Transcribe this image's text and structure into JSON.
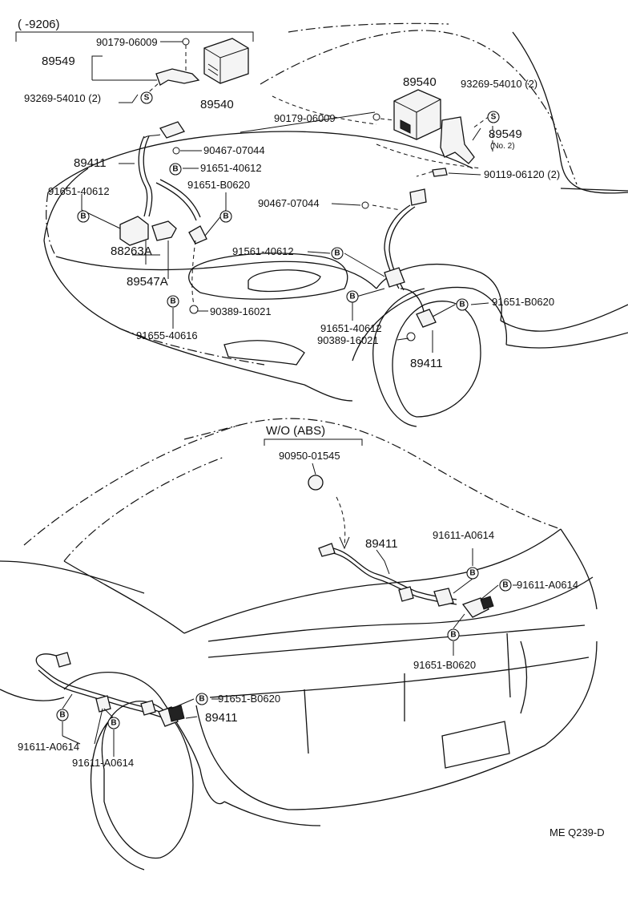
{
  "diagram": {
    "range_label": "(      -9206)",
    "wo_abs_label": "W/O (ABS)",
    "ref_code": "ME Q239-D",
    "symbols": {
      "bolt": "B",
      "screw": "S"
    },
    "callouts": {
      "c_90179_06009_a": "90179-06009",
      "c_89549_a": "89549",
      "c_93269_54010_a": "93269-54010 (2)",
      "c_89540_a": "89540",
      "c_89540_b": "89540",
      "c_93269_54010_b": "93269-54010 (2)",
      "c_90179_06009_b": "90179-06009",
      "c_89549_b": "89549",
      "c_no2": "(No. 2)",
      "c_90119_06120": "90119-06120 (2)",
      "c_90467_07044_a": "90467-07044",
      "c_89411_a": "89411",
      "c_91651_40612_a": "91651-40612",
      "c_91651_40612_b": "91651-40612",
      "c_91651_b0620_a": "91651-B0620",
      "c_90467_07044_b": "90467-07044",
      "c_88263a": "88263A",
      "c_89547a": "89547A",
      "c_91561_40612": "91561-40612",
      "c_90389_16021_a": "90389-16021",
      "c_91655_40616": "91655-40616",
      "c_91651_40612_c": "91651-40612",
      "c_90389_16021_b": "90389-16021",
      "c_91651_b0620_b": "91651-B0620",
      "c_89411_b": "89411",
      "c_90950_01545": "90950-01545",
      "c_89411_c": "89411",
      "c_91611_a0614_a": "91611-A0614",
      "c_91611_a0614_b": "91611-A0614",
      "c_91651_b0620_c": "91651-B0620",
      "c_91651_b0620_d": "91651-B0620",
      "c_89411_d": "89411",
      "c_91611_a0614_c": "91611-A0614",
      "c_91611_a0614_d": "91611-A0614"
    }
  }
}
